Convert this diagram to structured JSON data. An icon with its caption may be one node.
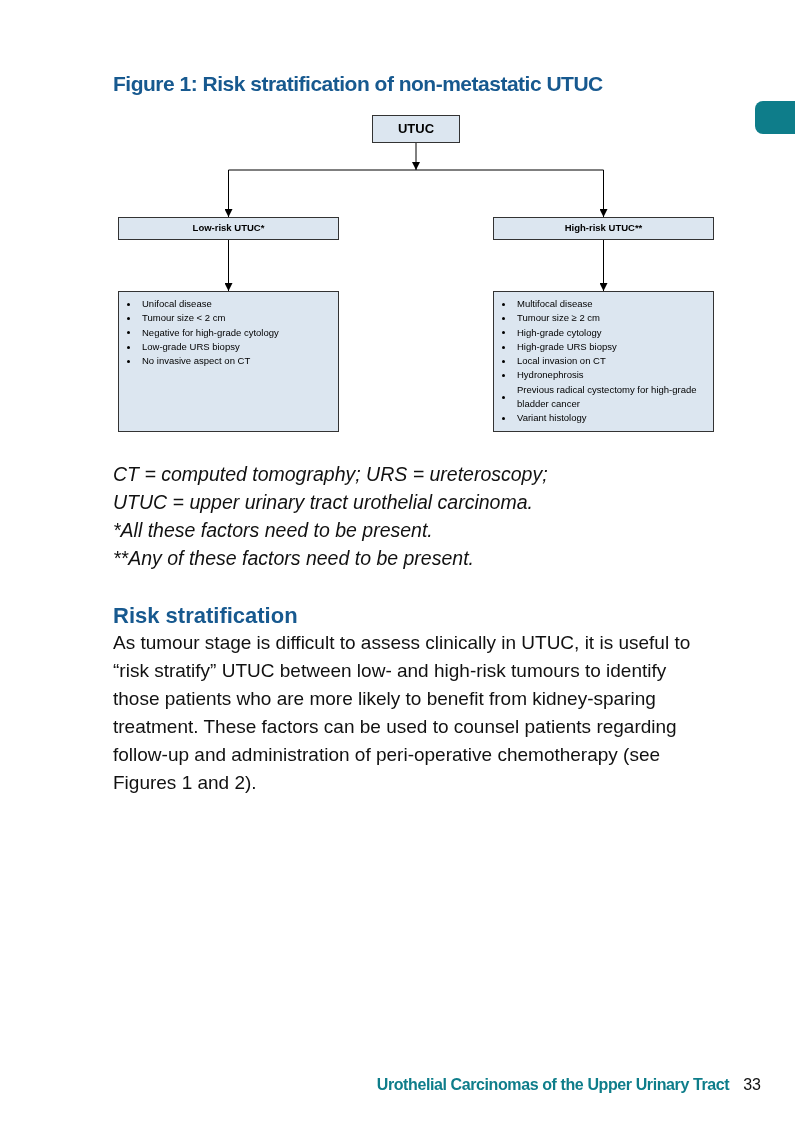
{
  "diagram": {
    "title": "Figure 1: Risk stratification of non-metastatic UTUC",
    "nodes": [
      {
        "text": [
          "UTUC"
        ]
      },
      {
        "text": [
          "Low-risk UTUC*"
        ]
      },
      {
        "text": [
          "High-risk UTUC**"
        ]
      },
      {
        "text": [
          "Unifocal disease",
          "Tumour size < 2 cm",
          "Negative for high-grade cytology",
          "Low-grade URS biopsy",
          "No invasive aspect on CT"
        ]
      },
      {
        "text": [
          "Multifocal disease",
          "Tumour size ≥ 2 cm",
          "High-grade cytology",
          "High-grade URS biopsy",
          "Local invasion on CT",
          "Hydronephrosis",
          "Previous radical cystectomy for high-grade bladder cancer",
          "Variant histology"
        ]
      }
    ],
    "edges": [
      {
        "from": 0,
        "to": 1,
        "arrow": "to"
      },
      {
        "from": 0,
        "to": 2,
        "arrow": "to"
      },
      {
        "from": 1,
        "to": 3,
        "arrow": "to"
      },
      {
        "from": 2,
        "to": 4,
        "arrow": "to"
      }
    ],
    "labels": [
      "CT = computed tomography; URS = ureteroscopy; UTUC = upper urinary tract urothelial carcinoma.",
      "*All these factors need to be present.",
      "**Any of these factors need to be present.",
      "Risk stratification",
      "As tumour stage is difficult to assess clinically in UTUC, it is useful to “risk stratify” UTUC between low- and high-risk tumours to identify those patients who are more likely to benefit from kidney-sparing treatment. These factors can be used to counsel patients regarding follow-up and administration of peri-operative chemotherapy (see Figures 1 and 2).",
      "Urothelial Carcinomas of the Upper Urinary Tract",
      "33"
    ]
  }
}
